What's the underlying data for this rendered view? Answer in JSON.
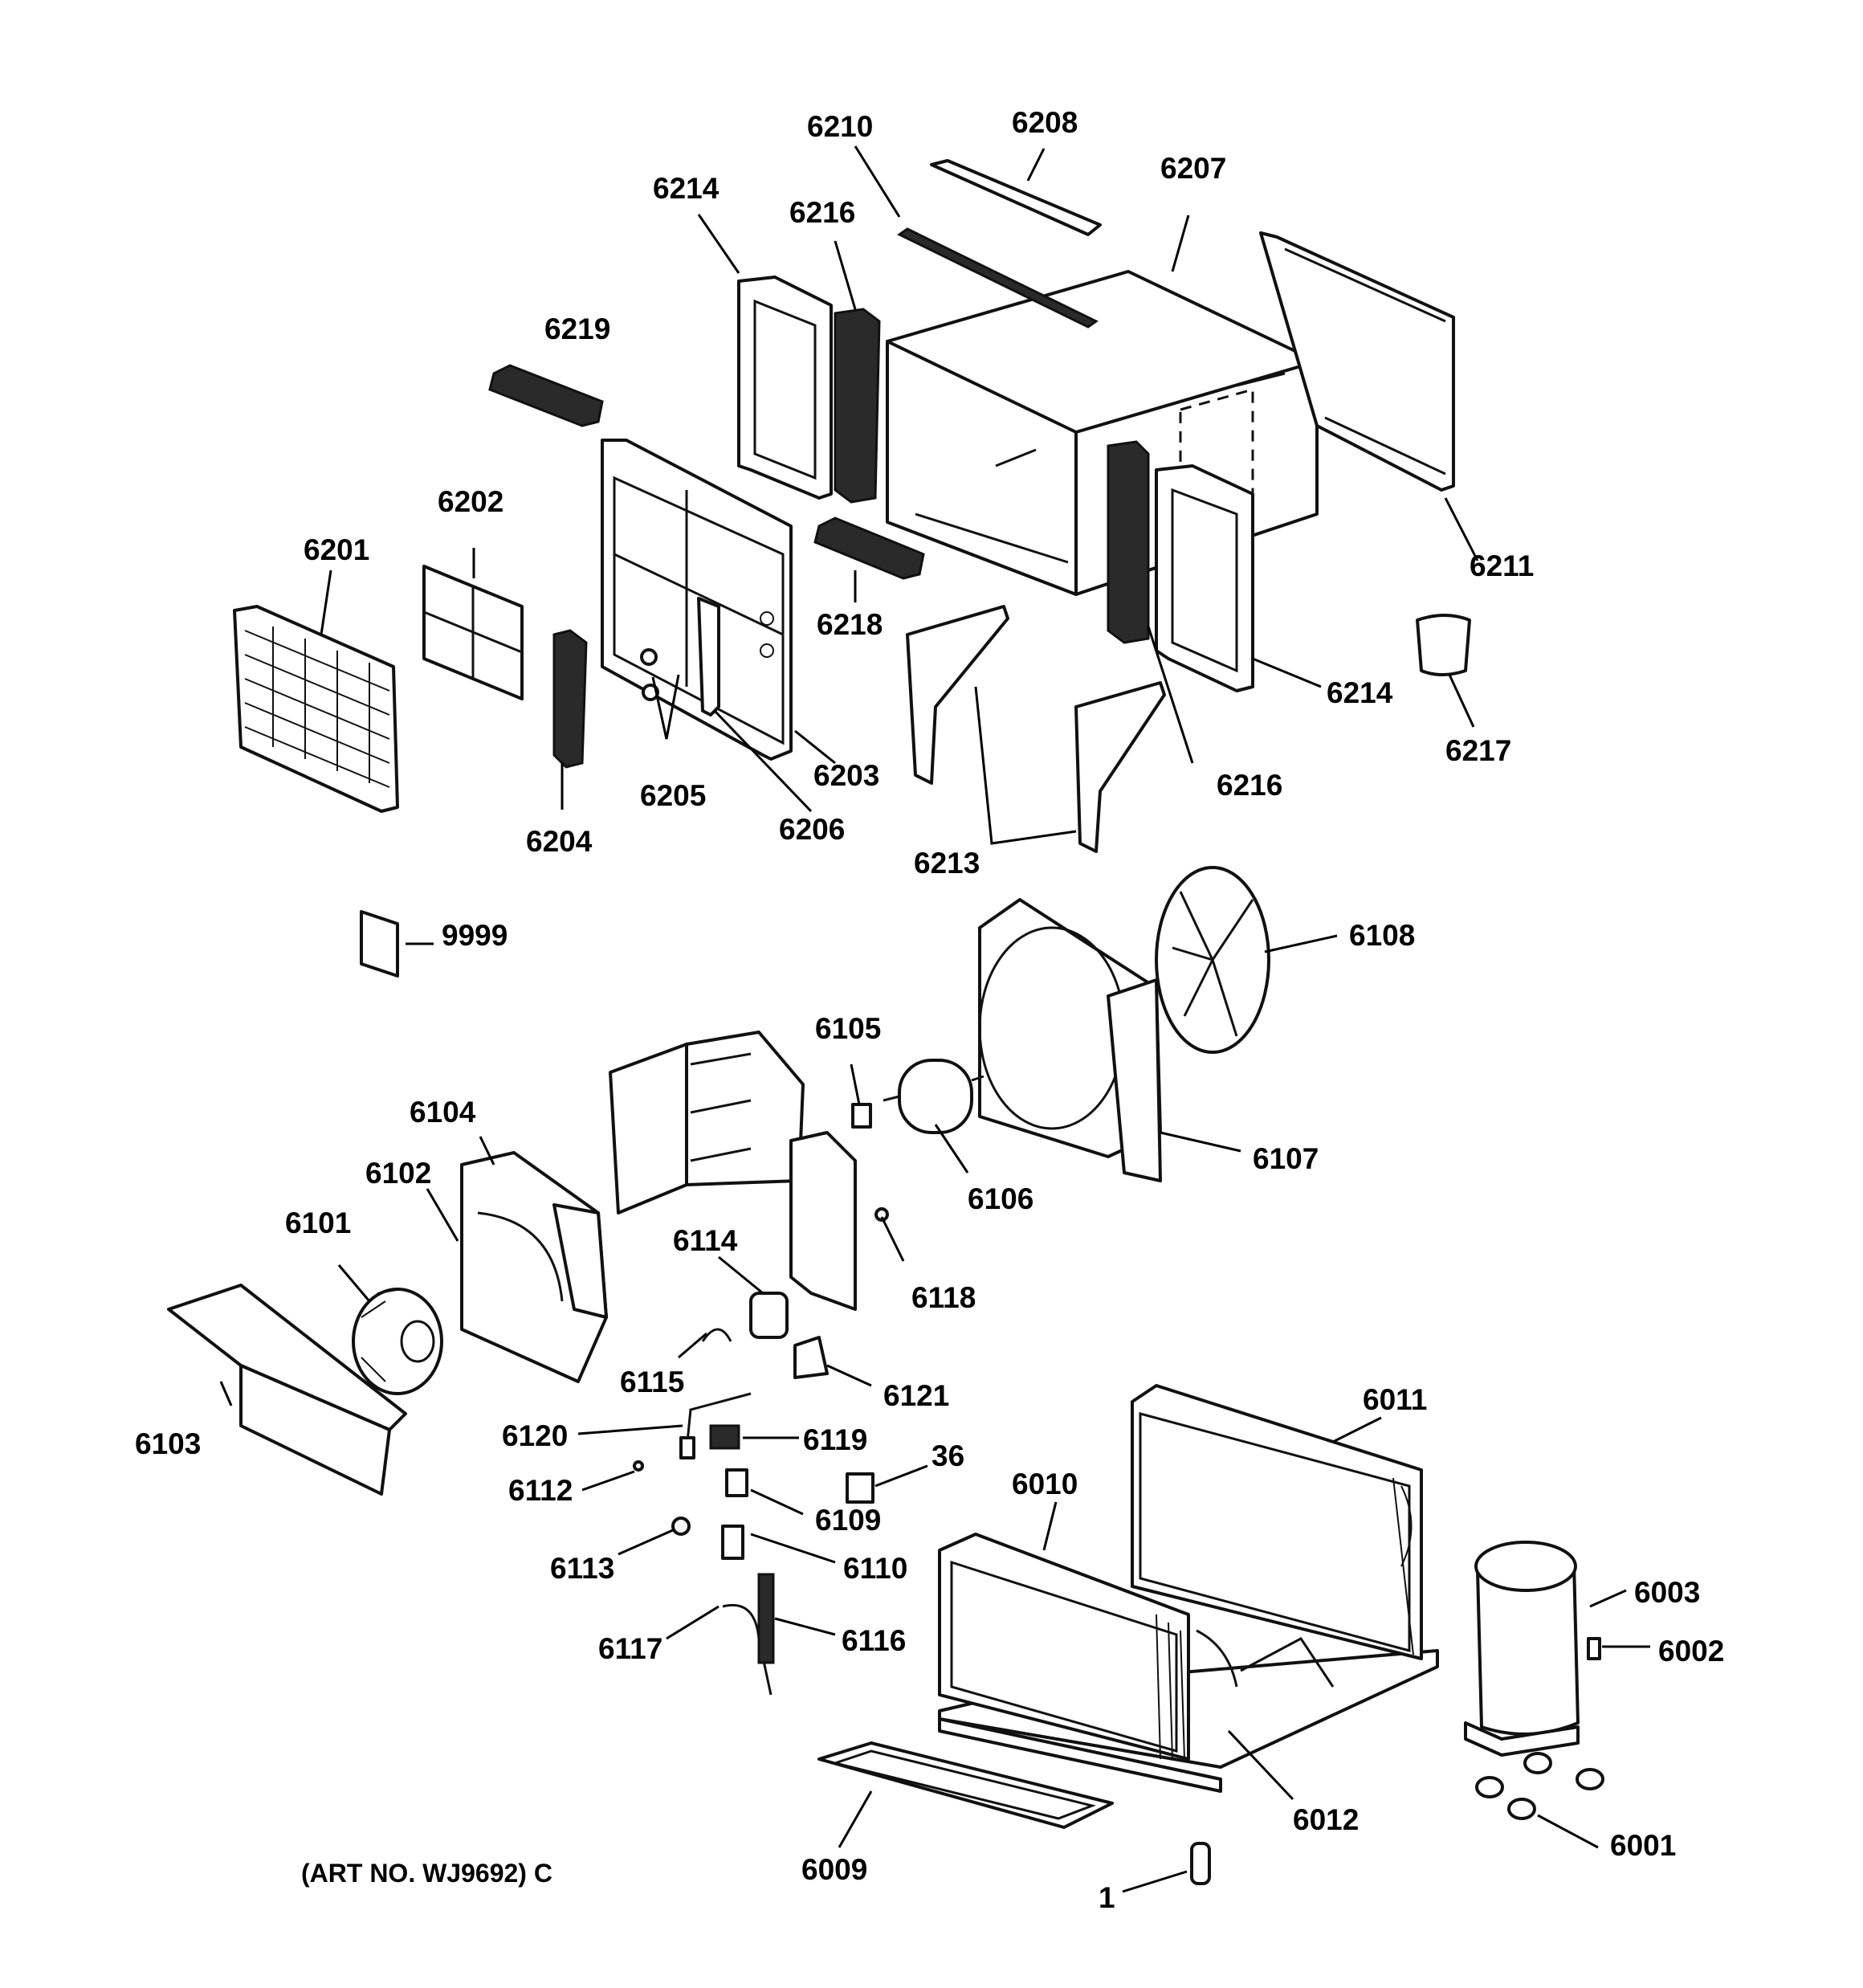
{
  "callouts": {
    "c6210": "6210",
    "c6208": "6208",
    "c6207": "6207",
    "c6214a": "6214",
    "c6216a": "6216",
    "c6219": "6219",
    "c6211": "6211",
    "c6202": "6202",
    "c6201": "6201",
    "c6218": "6218",
    "c6214b": "6214",
    "c6217": "6217",
    "c6203": "6203",
    "c6216b": "6216",
    "c6205": "6205",
    "c6204": "6204",
    "c6206": "6206",
    "c6213": "6213",
    "c9999": "9999",
    "c6108": "6108",
    "c6105": "6105",
    "c6104": "6104",
    "c6107": "6107",
    "c6102": "6102",
    "c6106": "6106",
    "c6101": "6101",
    "c6114": "6114",
    "c6118": "6118",
    "c6115": "6115",
    "c6121": "6121",
    "c6103": "6103",
    "c6120": "6120",
    "c6119": "6119",
    "c6011": "6011",
    "c36": "36",
    "c6112": "6112",
    "c6010": "6010",
    "c6109": "6109",
    "c6113": "6113",
    "c6110": "6110",
    "c6003": "6003",
    "c6117": "6117",
    "c6116": "6116",
    "c6002": "6002",
    "c6012": "6012",
    "c6001": "6001",
    "c6009": "6009",
    "c1": "1"
  },
  "art_number": "(ART NO. WJ9692) C"
}
